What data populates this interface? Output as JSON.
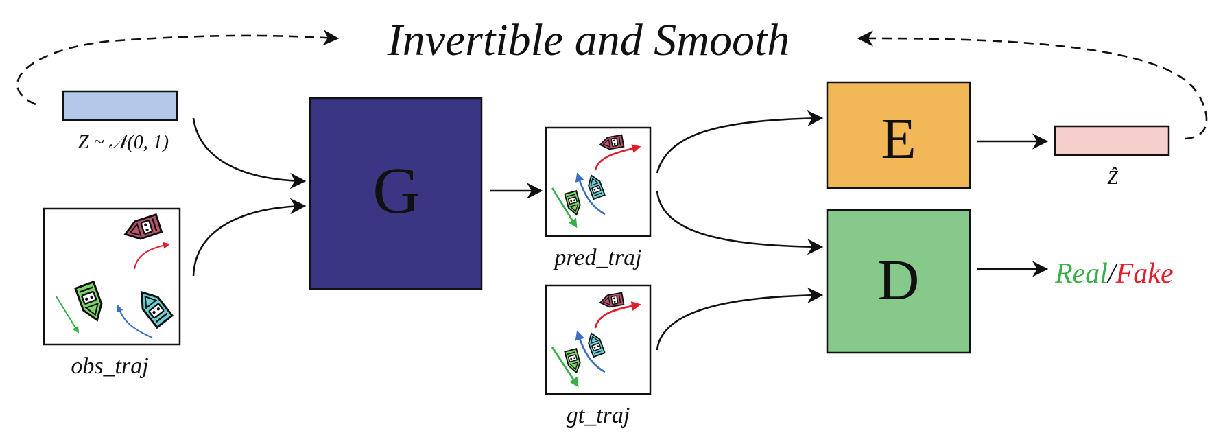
{
  "title": "Invertible and Smooth",
  "latent_input": {
    "label": "Z ~ 𝒩(0, 1)",
    "color": "#b3c9ea"
  },
  "latent_output": {
    "label": "Ẑ",
    "color": "#f6cfcd"
  },
  "generator": {
    "letter": "G",
    "color": "#3b3683"
  },
  "encoder": {
    "letter": "E",
    "color": "#f2b857"
  },
  "discriminator": {
    "letter": "D",
    "color": "#86c98a"
  },
  "trajectories": {
    "obs": "obs_traj",
    "pred": "pred_traj",
    "gt": "gt_traj"
  },
  "output": {
    "real": "Real",
    "separator": "/",
    "fake": "Fake",
    "real_color": "#3aae48",
    "fake_color": "#e31e2c"
  },
  "colors": {
    "boat_red": "#b5566a",
    "boat_green": "#7ed36b",
    "boat_cyan": "#6ccfd6",
    "path_red": "#e31e2c",
    "path_blue": "#3a6fc2",
    "path_green": "#3aae48"
  }
}
